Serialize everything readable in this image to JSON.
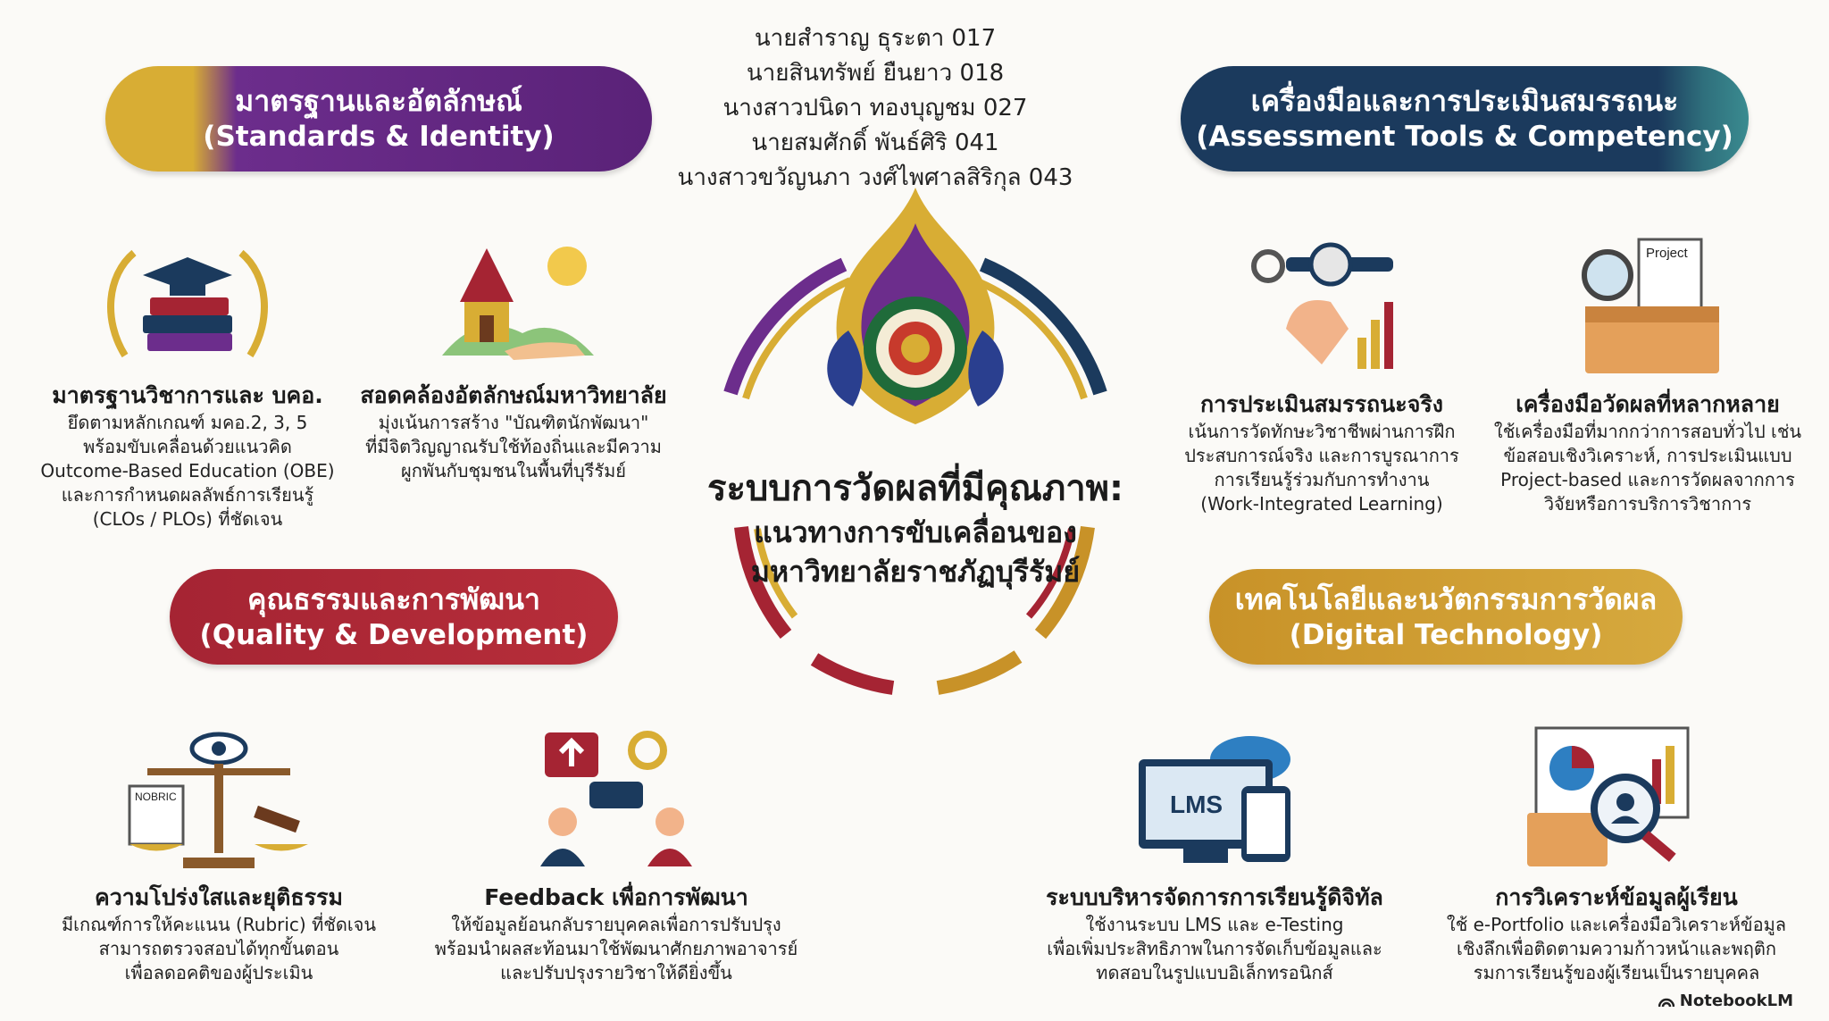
{
  "authors": [
    "นายสำราญ  ธุระตา  017",
    "นายสินทรัพย์  ยืนยาว  018",
    "นางสาวปนิดา  ทองบุญชม  027",
    "นายสมศักดิ์  พันธ์ศิริ 041",
    "นางสาวขวัญนภา  วงศ์ไพศาลสิริกุล  043"
  ],
  "center": {
    "title": "ระบบการวัดผลที่มีคุณภาพ:",
    "subtitle_line1": "แนวทางการขับเคลื่อนของ",
    "subtitle_line2": "มหาวิทยาลัยราชภัฏบุรีรัมย์",
    "logo_icon": "university-seal-icon"
  },
  "pillars": {
    "standards": {
      "th": "มาตรฐานและอัตลักษณ์",
      "en": "(Standards & Identity)",
      "color": "#6c2d8c"
    },
    "assessment": {
      "th": "เครื่องมือและการประเมินสมรรถนะ",
      "en": "(Assessment Tools & Competency)",
      "color": "#1b3a5d"
    },
    "quality": {
      "th": "คุณธรรมและการพัฒนา",
      "en": "(Quality & Development)",
      "color": "#a52433"
    },
    "digital": {
      "th": "เทคโนโลยีและนวัตกรรมการวัดผล",
      "en": "(Digital Technology)",
      "color": "#c89228"
    }
  },
  "items": {
    "academic": {
      "icon": "graduation-books-icon",
      "title": "มาตรฐานวิชาการและ บคอ.",
      "lines": [
        "ยึดตามหลักเกณฑ์ มคอ.2, 3, 5",
        "พร้อมขับเคลื่อนด้วยแนวคิด",
        "Outcome-Based Education (OBE)",
        "และการกำหนดผลลัพธ์การเรียนรู้",
        "(CLOs / PLOs) ที่ชัดเจน"
      ]
    },
    "identity": {
      "icon": "thai-temple-icon",
      "title": "สอดคล้องอัตลักษณ์มหาวิทยาลัย",
      "lines": [
        "มุ่งเน้นการสร้าง \"บัณฑิตนักพัฒนา\"",
        "ที่มีจิตวิญญาณรับใช้ท้องถิ่นและมีความ",
        "ผูกพันกับชุมชนในพื้นที่บุรีรัมย์"
      ]
    },
    "authentic": {
      "icon": "hand-gauge-icon",
      "title": "การประเมินสมรรถนะจริง",
      "lines": [
        "เน้นการวัดทักษะวิชาชีพผ่านการฝึก",
        "ประสบการณ์จริง และการบูรณาการ",
        "การเรียนรู้ร่วมกับการทำงาน",
        "(Work-Integrated Learning)"
      ]
    },
    "tools": {
      "icon": "toolbox-icon",
      "title": "เครื่องมือวัดผลที่หลากหลาย",
      "project_label": "Project",
      "lines": [
        "ใช้เครื่องมือที่มากกว่าการสอบทั่วไป เช่น",
        "ข้อสอบเชิงวิเคราะห์, การประเมินแบบ",
        "Project-based และการวัดผลจากการ",
        "วิจัยหรือการบริการวิชาการ"
      ]
    },
    "transparency": {
      "icon": "justice-scale-icon",
      "title": "ความโปร่งใสและยุติธรรม",
      "rubric_label": "NOBRIC",
      "lines": [
        "มีเกณฑ์การให้คะแนน (Rubric) ที่ชัดเจน",
        "สามารถตรวจสอบได้ทุกขั้นตอน",
        "เพื่อลดอคติของผู้ประเมิน"
      ]
    },
    "feedback": {
      "icon": "feedback-people-icon",
      "title": "Feedback เพื่อการพัฒนา",
      "lines": [
        "ให้ข้อมูลย้อนกลับรายบุคคลเพื่อการปรับปรุง",
        "พร้อมนำผลสะท้อนมาใช้พัฒนาศักยภาพอาจารย์",
        "และปรับปรุงรายวิชาให้ดียิ่งขึ้น"
      ]
    },
    "lms": {
      "icon": "lms-monitor-icon",
      "title": "ระบบบริหารจัดการการเรียนรู้ดิจิทัล",
      "lms_label": "LMS",
      "lines": [
        "ใช้งานระบบ LMS และ e-Testing",
        "เพื่อเพิ่มประสิทธิภาพในการจัดเก็บข้อมูลและ",
        "ทดสอบในรูปแบบอิเล็กทรอนิกส์"
      ]
    },
    "analytics": {
      "icon": "data-analytics-icon",
      "title": "การวิเคราะห์ข้อมูลผู้เรียน",
      "lines": [
        "ใช้ e-Portfolio และเครื่องมือวิเคราะห์ข้อมูล",
        "เชิงลึกเพื่อติดตามความก้าวหน้าและพฤติก",
        "รมการเรียนรู้ของผู้เรียนเป็นรายบุคคล"
      ]
    }
  },
  "brand": {
    "label": "NotebookLM"
  }
}
